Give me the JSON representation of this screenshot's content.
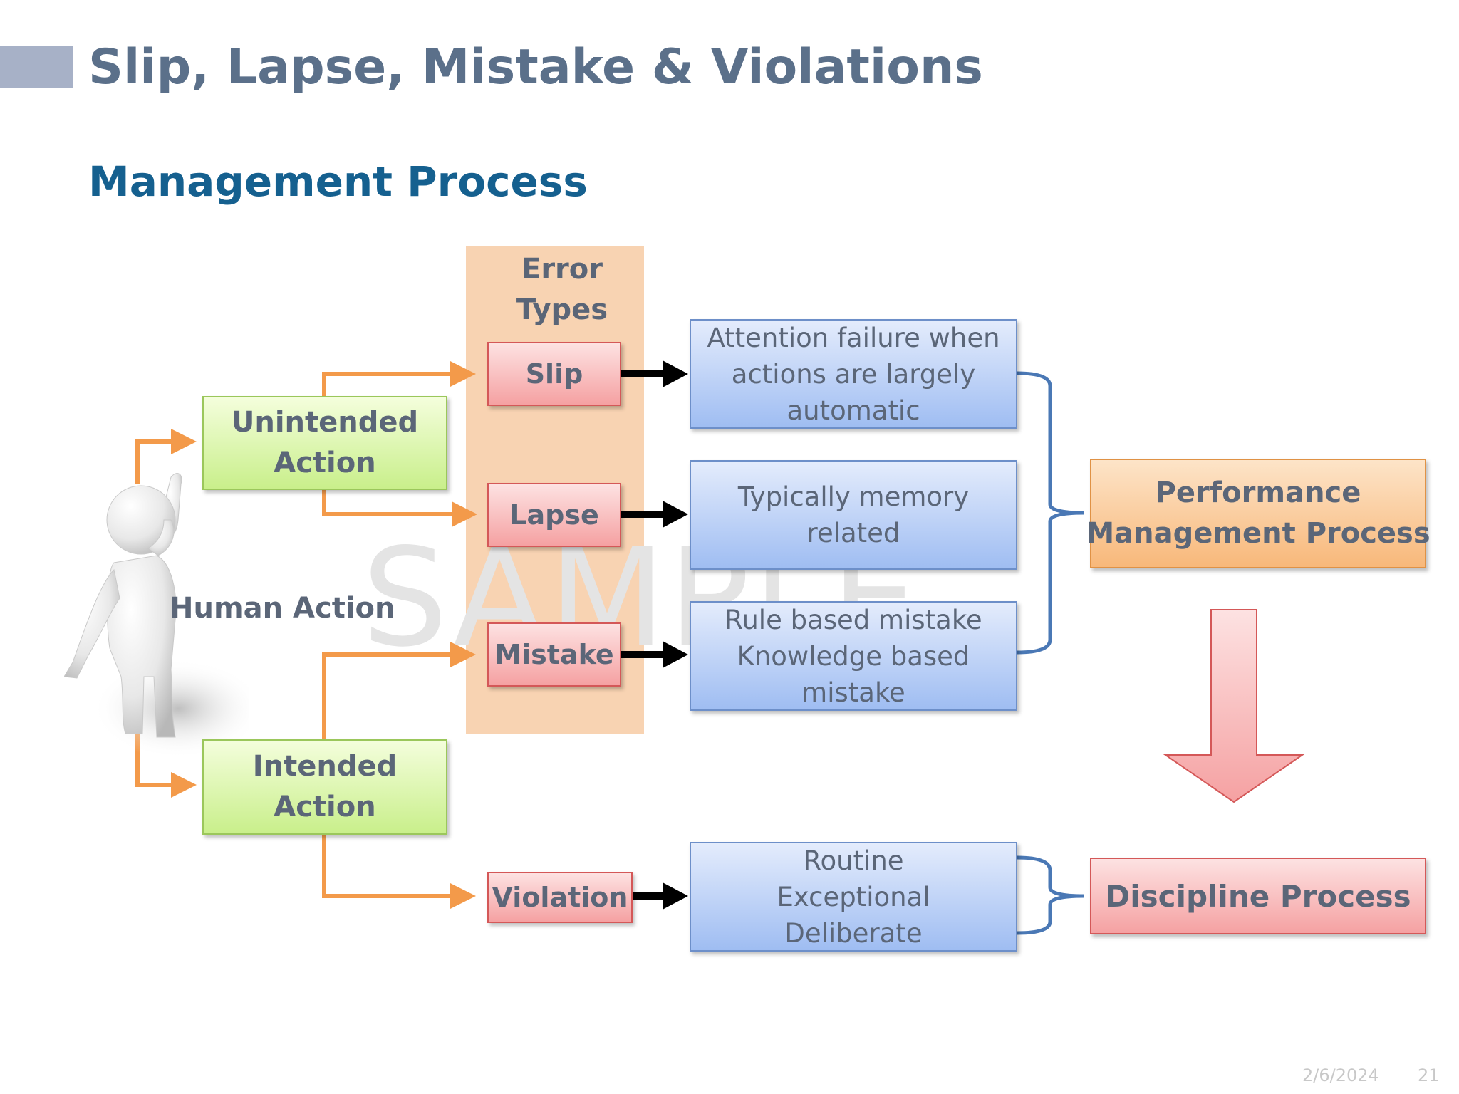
{
  "slide": {
    "title": "Slip, Lapse, Mistake & Violations",
    "subtitle": "Management Process",
    "watermark": "SAMPLE",
    "footer_date": "2/6/2024",
    "footer_page": "21"
  },
  "diagram": {
    "panel_title": [
      "Error",
      "Types"
    ],
    "human_action": "Human Action",
    "unintended_action": [
      "Unintended",
      "Action"
    ],
    "intended_action": [
      "Intended",
      "Action"
    ],
    "error_types": {
      "slip": "Slip",
      "lapse": "Lapse",
      "mistake": "Mistake",
      "violation": "Violation"
    },
    "descriptions": {
      "slip": [
        "Attention failure when",
        "actions are largely",
        "automatic"
      ],
      "lapse": [
        "Typically memory",
        "related"
      ],
      "mistake": [
        "Rule based mistake",
        "Knowledge based",
        "mistake"
      ],
      "violation": [
        "Routine",
        "Exceptional",
        "Deliberate"
      ]
    },
    "performance_process": [
      "Performance",
      "Management Process"
    ],
    "discipline_process": "Discipline Process",
    "colors": {
      "connector": "#f39a4a",
      "arrow": "#000000",
      "bracket": "#4a78b5"
    }
  }
}
